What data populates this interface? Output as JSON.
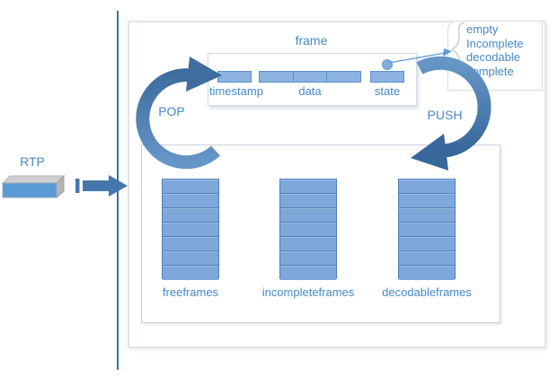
{
  "rtp": {
    "label": "RTP"
  },
  "flow": {
    "pop": "POP",
    "push": "PUSH"
  },
  "frame": {
    "title": "frame",
    "fields": [
      {
        "label": "timestamp"
      },
      {
        "label": "data"
      },
      {
        "label": "state"
      }
    ]
  },
  "state_values": [
    "empty",
    "Incomplete",
    "decodable",
    "complete"
  ],
  "queues": [
    {
      "label": "freeframes",
      "slots": 7
    },
    {
      "label": "incompleteframes",
      "slots": 7
    },
    {
      "label": "decodableframes",
      "slots": 7
    }
  ],
  "colors": {
    "accent_text": "#4689C8",
    "cell_fill": "#8CB3E1",
    "cell_border": "#5C90C7",
    "slot_fill": "#7EA7DA",
    "slot_border": "#5080BD",
    "arrow_dark": "#3E6D9E",
    "arrow_light": "#6596C7",
    "divider_line": "#39719F"
  }
}
